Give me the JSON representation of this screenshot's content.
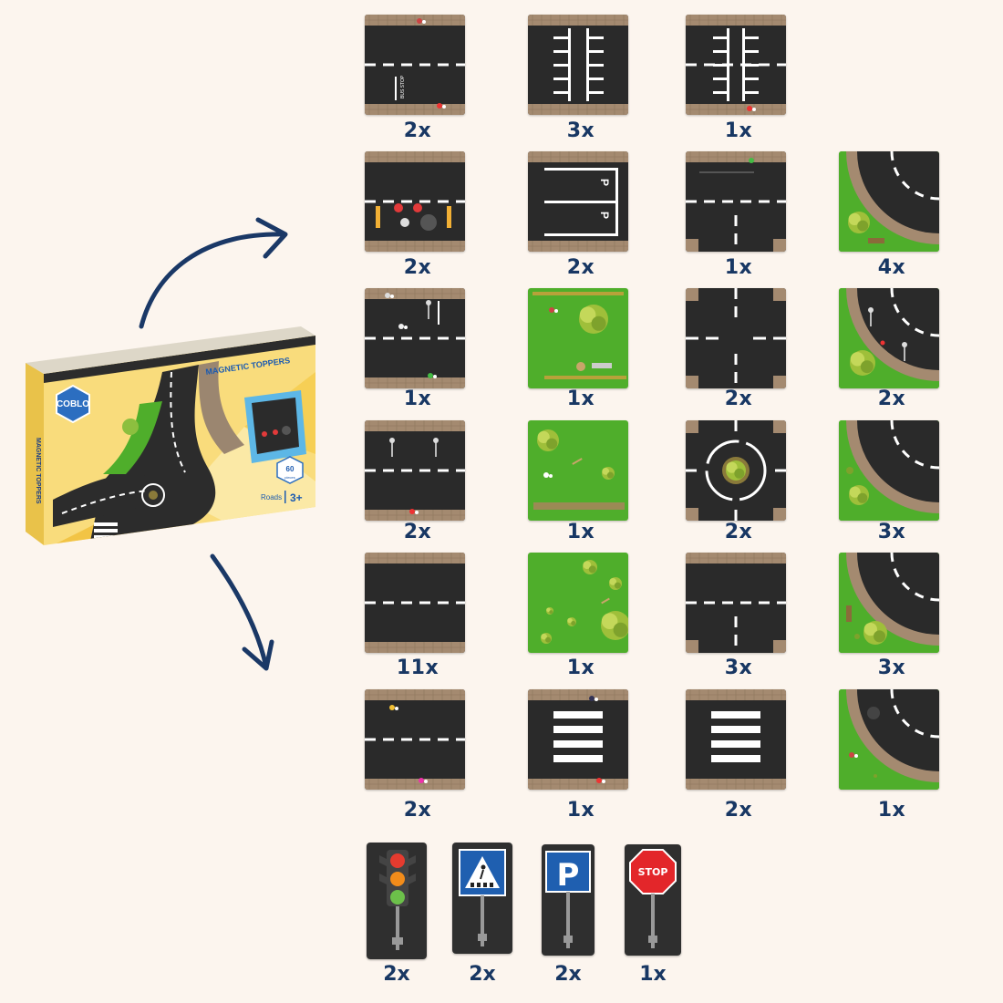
{
  "package": {
    "brand": "COBLO",
    "product_title": "MAGNETIC TOPPERS",
    "side_label": "MAGNETIC TOPPERS",
    "category": "Roads",
    "age": "3+",
    "piece_count": "60",
    "piece_unit": "pieces"
  },
  "tiles": [
    {
      "qty": "2x",
      "type": "straight-busstop",
      "busstop_text": "BUS STOP"
    },
    {
      "qty": "3x",
      "type": "parking-row"
    },
    {
      "qty": "1x",
      "type": "parking-row-b"
    },
    {
      "qty": "2x",
      "type": "straight-roadwork"
    },
    {
      "qty": "2x",
      "type": "parking-p",
      "p_label": "P"
    },
    {
      "qty": "1x",
      "type": "t-junction"
    },
    {
      "qty": "4x",
      "type": "curve"
    },
    {
      "qty": "1x",
      "type": "straight-cyclists"
    },
    {
      "qty": "1x",
      "type": "grass-park"
    },
    {
      "qty": "2x",
      "type": "crossroad"
    },
    {
      "qty": "2x",
      "type": "curve-lamps"
    },
    {
      "qty": "2x",
      "type": "straight-lamps"
    },
    {
      "qty": "1x",
      "type": "grass-hedge"
    },
    {
      "qty": "2x",
      "type": "roundabout"
    },
    {
      "qty": "3x",
      "type": "curve-bushes"
    },
    {
      "qty": "11x",
      "type": "straight"
    },
    {
      "qty": "1x",
      "type": "grass-trees"
    },
    {
      "qty": "3x",
      "type": "t-junction-b"
    },
    {
      "qty": "3x",
      "type": "curve-bench"
    },
    {
      "qty": "2x",
      "type": "straight-people"
    },
    {
      "qty": "1x",
      "type": "zebra-people"
    },
    {
      "qty": "2x",
      "type": "zebra"
    },
    {
      "qty": "1x",
      "type": "curve-manhole"
    }
  ],
  "signs": [
    {
      "qty": "2x",
      "type": "traffic-light"
    },
    {
      "qty": "2x",
      "type": "pedestrian-crossing-sign"
    },
    {
      "qty": "2x",
      "type": "parking-sign",
      "label": "P"
    },
    {
      "qty": "1x",
      "type": "stop-sign",
      "label": "STOP"
    }
  ],
  "colors": {
    "background": "#fcf5ee",
    "text": "#183763",
    "asphalt": "#2a2a2a",
    "grass": "#4fae2b",
    "brick": "#a48a70",
    "arrow": "#1a3866"
  }
}
